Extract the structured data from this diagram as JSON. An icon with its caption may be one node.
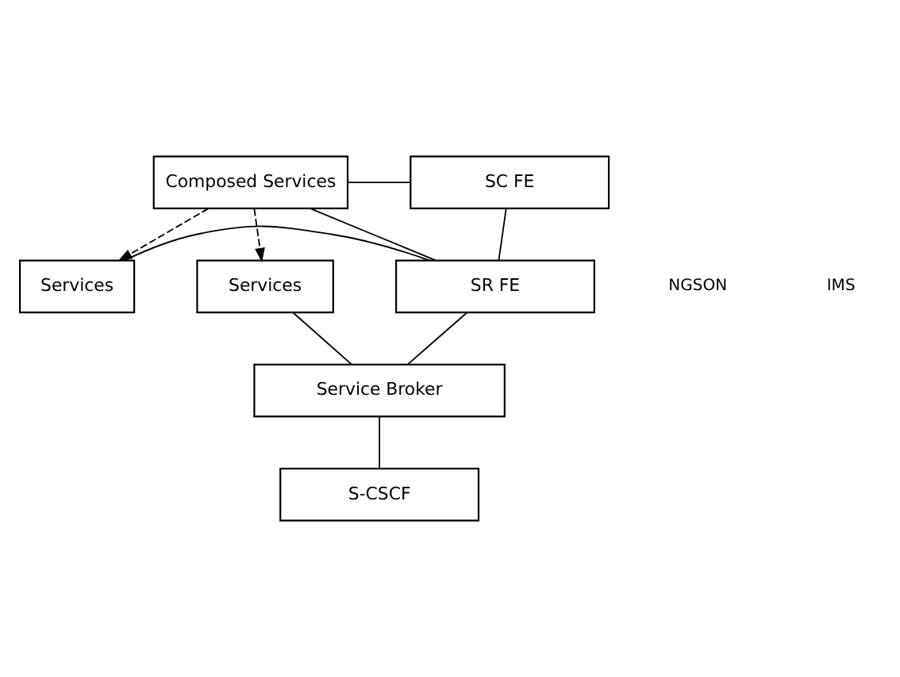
{
  "diagram": {
    "nodes": [
      {
        "text": [
          "Composed Services"
        ]
      },
      {
        "text": [
          "SC FE"
        ]
      },
      {
        "text": [
          "Services"
        ]
      },
      {
        "text": [
          "SR FE"
        ]
      },
      {
        "text": [
          "Services"
        ]
      },
      {
        "text": [
          "Service Broker"
        ]
      },
      {
        "text": [
          "S-CSCF"
        ]
      }
    ],
    "edges": [
      {
        "from": 0,
        "to": 1,
        "arrow": "none"
      },
      {
        "from": 0,
        "to": 3,
        "arrow": "none"
      },
      {
        "from": 0,
        "to": 2,
        "arrow": "to",
        "style": "dashed"
      },
      {
        "from": 0,
        "to": 4,
        "arrow": "to",
        "style": "dashed"
      },
      {
        "from": 1,
        "to": 3,
        "arrow": "none"
      },
      {
        "from": 2,
        "to": 3,
        "arrow": "none"
      },
      {
        "from": 3,
        "to": 5,
        "arrow": "none"
      },
      {
        "from": 4,
        "to": 5,
        "arrow": "none"
      },
      {
        "from": 5,
        "to": 6,
        "arrow": "none"
      }
    ],
    "labels": [
      "NGSON",
      "IMS"
    ]
  }
}
